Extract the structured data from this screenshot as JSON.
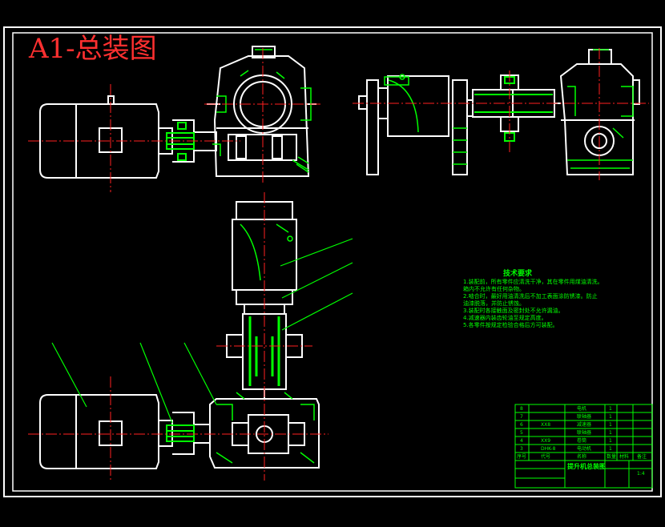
{
  "title": "A1-总装图",
  "colors": {
    "background": "#000000",
    "outline": "#ffffff",
    "centerline": "#ff2020",
    "hatch": "#00ff00",
    "title": "#ff3030",
    "notes": "#00ff00"
  },
  "notes": {
    "heading": "技术要求",
    "lines": [
      "1.装配前，所有零件应清洗干净，其在零件用煤油清洗。",
      "箱内不允许有任何杂物。",
      "2.啮合时，最好用油清洗后不加工表面涂防锈漆。防止",
      "油漆脱落，并防止锈蚀。",
      "3.装配时各接触面及密封处不允许漏油。",
      "4.减速器内装齿轮油至规定高度。",
      "5.各零件按规定检验合格后方可装配。"
    ]
  },
  "title_block": {
    "drawing_name": "提升机总装图",
    "rows": [
      {
        "no": "8",
        "code": "",
        "name": "电机",
        "qty": "1"
      },
      {
        "no": "7",
        "code": "",
        "name": "联轴器",
        "qty": "1"
      },
      {
        "no": "6",
        "code": "XX8",
        "name": "减速器",
        "qty": "1"
      },
      {
        "no": "5",
        "code": "",
        "name": "联轴器",
        "qty": "1"
      },
      {
        "no": "4",
        "code": "XX9",
        "name": "卷筒",
        "qty": "1"
      },
      {
        "no": "3",
        "code": "DHK-8",
        "name": "电动机",
        "qty": "1"
      }
    ],
    "headers": [
      "序号",
      "代号",
      "名称",
      "数量",
      "材料",
      "备注"
    ],
    "scale": "1:4"
  }
}
